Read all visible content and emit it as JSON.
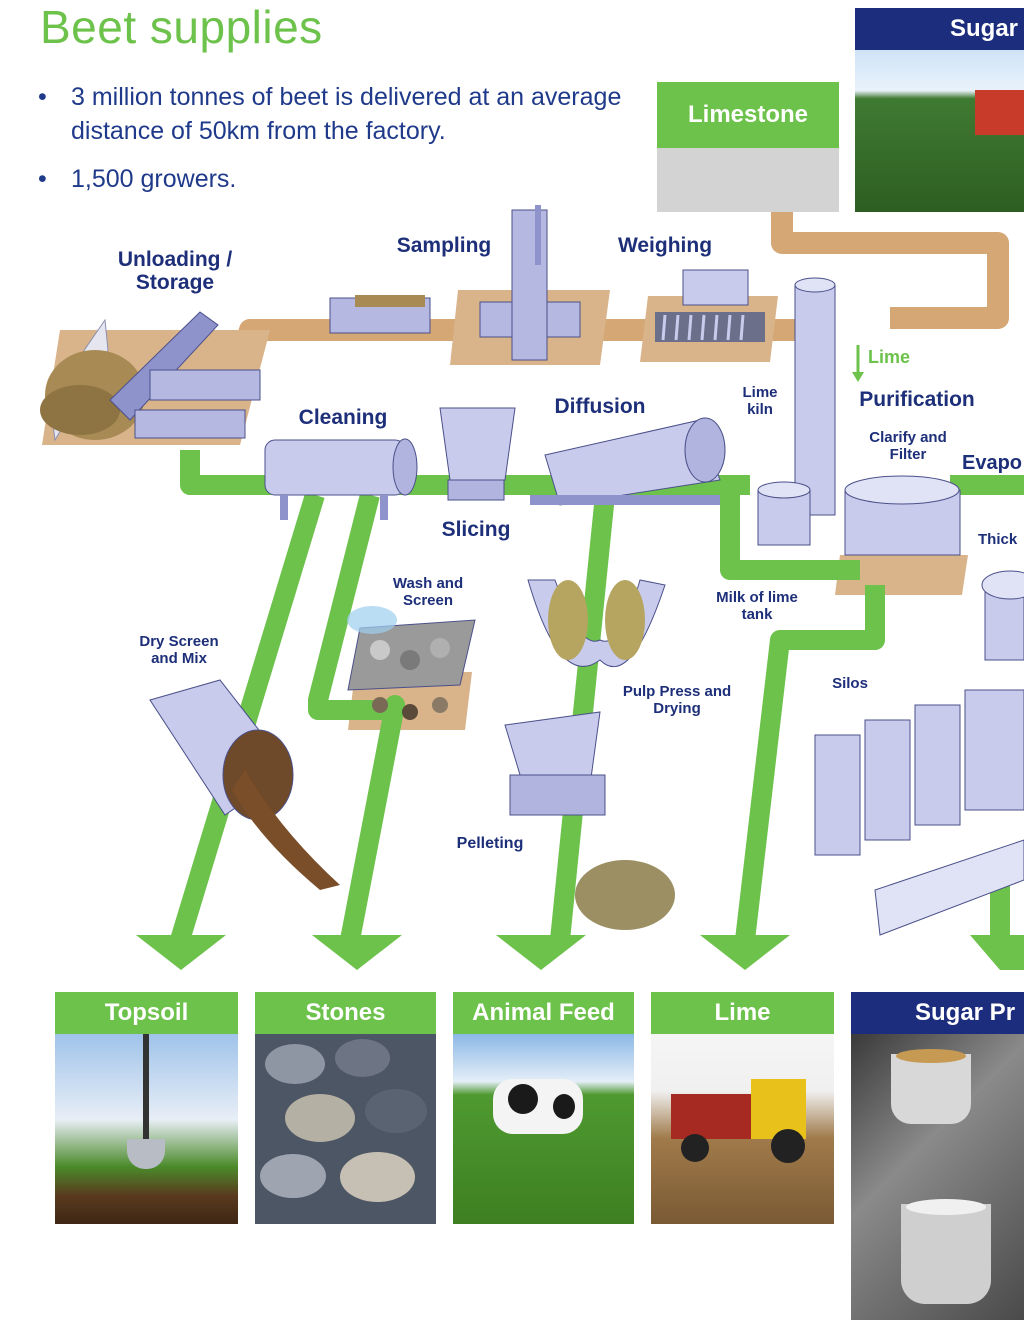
{
  "title": "Beet supplies",
  "bullets": [
    "3 million tonnes of beet is delivered at an average distance of 50km from the factory.",
    "1,500 growers."
  ],
  "bullet_symbol": "•",
  "boxes": {
    "limestone": "Limestone",
    "sugar": "Sugar"
  },
  "stages": {
    "unloading": "Unloading / Storage",
    "sampling": "Sampling",
    "weighing": "Weighing",
    "cleaning": "Cleaning",
    "diffusion": "Diffusion",
    "slicing": "Slicing",
    "lime_kiln": "Lime kiln",
    "lime_arrow": "Lime",
    "purification": "Purification",
    "clarify": "Clarify and Filter",
    "evaporation": "Evapo",
    "thick": "Thick",
    "wash": "Wash and Screen",
    "dry_screen": "Dry Screen and Mix",
    "milk_lime": "Milk of lime tank",
    "pulp_press": "Pulp Press and Drying",
    "pelleting": "Pelleting",
    "silos": "Silos"
  },
  "outputs": [
    "Topsoil",
    "Stones",
    "Animal Feed",
    "Lime",
    "Sugar Pr"
  ],
  "colors": {
    "green": "#6cc24a",
    "navy": "#1c2d7e",
    "tan": "#d4a774",
    "text_blue": "#1f3a8a",
    "machine": "#c8cbeb"
  }
}
